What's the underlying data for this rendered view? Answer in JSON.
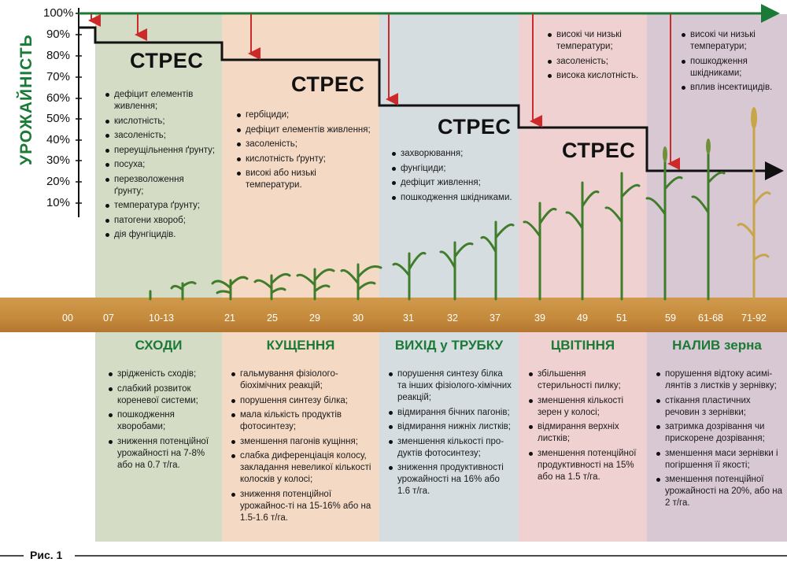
{
  "axis": {
    "ylabel": "УРОЖАЙНІСТЬ",
    "ticks": [
      "100%",
      "90%",
      "80%",
      "70%",
      "60%",
      "50%",
      "40%",
      "30%",
      "20%",
      "10%"
    ]
  },
  "colors": {
    "green": "#1a7a36",
    "red": "#cc2a2a",
    "panel1": "#d5dcc6",
    "panel2": "#f4d9c4",
    "panel3": "#d5dde0",
    "panel4": "#eed1d0",
    "panel5": "#d8c8d3"
  },
  "stress": {
    "label1": "СТРЕС",
    "label2": "СТРЕС",
    "label3": "СТРЕС",
    "label4": "СТРЕС"
  },
  "stress_factors": {
    "p1": [
      "дефіцит елементів живлення;",
      "кислотність;",
      "засоленість;",
      "переущільнення ґрунту;",
      "посуха;",
      "перезволоження ґрунту;",
      "температура ґрунту;",
      "патогени хвороб;",
      "дія фунгіцидів."
    ],
    "p2": [
      "гербіциди;",
      "дефіцит елементів живлення;",
      "засоленість;",
      "кислотність ґрунту;",
      "високі або низькі температури."
    ],
    "p3": [
      "захворювання;",
      "фунгіциди;",
      "дефіцит живлення;",
      "пошкодження шкідниками."
    ],
    "p4": [
      "високі чи низькі температури;",
      "засоленість;",
      "висока кислотність."
    ],
    "p5": [
      "високі чи низькі температури;",
      "пошкодження шкідниками;",
      "вплив інсектицидів."
    ]
  },
  "growth_codes": [
    "00",
    "07",
    "10-13",
    "21",
    "25",
    "29",
    "30",
    "31",
    "32",
    "37",
    "39",
    "49",
    "51",
    "59",
    "61-68",
    "71-92"
  ],
  "stages": [
    {
      "title": "СХОДИ",
      "effects": [
        "зрідженість сходів;",
        "слабкий розвиток кореневої системи;",
        "пошкодження хворобами;",
        "зниження потенційної урожайності на 7-8% або на 0.7 т/га."
      ]
    },
    {
      "title": "КУЩЕННЯ",
      "effects": [
        "гальмування фізіолого-біохімічних реакцій;",
        "порушення синтезу білка;",
        "мала кількість продуктів фотосинтезу;",
        "зменшення пагонів кущіння;",
        "слабка диференціація колосу, закладання невеликої кількості колосків у колосі;",
        "зниження потенційної урожайнос-ті на 15-16% або на 1.5-1.6 т/га."
      ]
    },
    {
      "title": "ВИХІД у ТРУБКУ",
      "effects": [
        "порушення синтезу білка та інших фізіолого-хімічних реакцій;",
        "відмирання бічних пагонів;",
        "відмирання нижніх листків;",
        "зменшення кількості про-дуктів фотосинтезу;",
        "зниження продуктивності урожайності на 16% або 1.6 т/га."
      ]
    },
    {
      "title": "ЦВІТІННЯ",
      "effects": [
        "збільшення стерильності пилку;",
        "зменшення кількості зерен у колосі;",
        "відмирання верхніх листків;",
        "зменшення потенційної продуктивності на 15% або на 1.5 т/га."
      ]
    },
    {
      "title": "НАЛИВ зерна",
      "effects": [
        "порушення відтоку асимі-лянтів з листків у зернівку;",
        "стікання пластичних речовин з зернівки;",
        "затримка дозрівання чи прискорене дозрівання;",
        "зменшення маси зернівки і погіршення її якості;",
        "зменшення потенційної урожайності на 20%, або на 2 т/га."
      ]
    }
  ],
  "caption": "Рис. 1"
}
